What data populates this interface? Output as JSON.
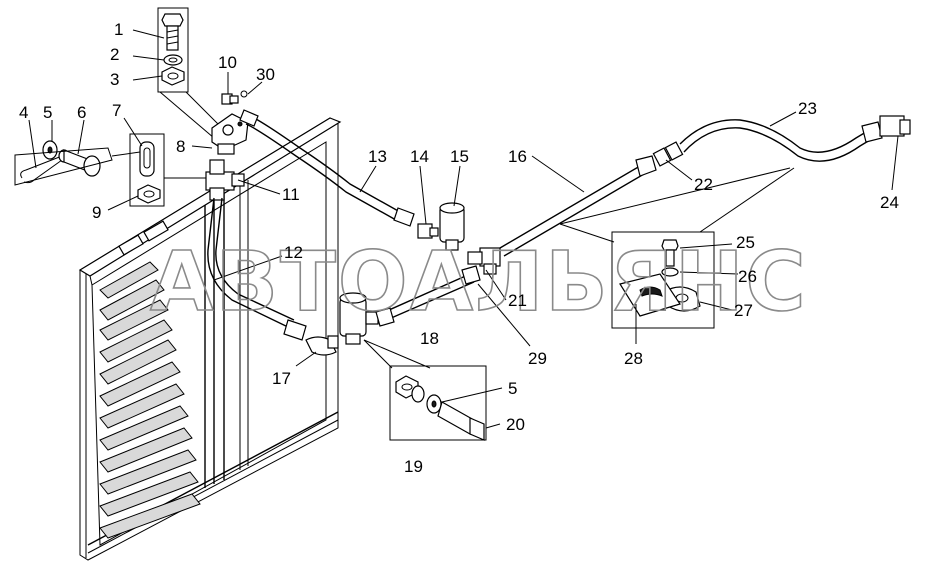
{
  "watermark": "АВТОАЛЬЯНС",
  "callouts": [
    {
      "id": "c1",
      "text": "1"
    },
    {
      "id": "c2",
      "text": "2"
    },
    {
      "id": "c3",
      "text": "3"
    },
    {
      "id": "c4",
      "text": "4"
    },
    {
      "id": "c5a",
      "text": "5"
    },
    {
      "id": "c6",
      "text": "6"
    },
    {
      "id": "c7",
      "text": "7"
    },
    {
      "id": "c8",
      "text": "8"
    },
    {
      "id": "c9",
      "text": "9"
    },
    {
      "id": "c10",
      "text": "10"
    },
    {
      "id": "c30",
      "text": "30"
    },
    {
      "id": "c11",
      "text": "11"
    },
    {
      "id": "c12",
      "text": "12"
    },
    {
      "id": "c13",
      "text": "13"
    },
    {
      "id": "c14",
      "text": "14"
    },
    {
      "id": "c15",
      "text": "15"
    },
    {
      "id": "c16",
      "text": "16"
    },
    {
      "id": "c17",
      "text": "17"
    },
    {
      "id": "c18",
      "text": "18"
    },
    {
      "id": "c5b",
      "text": "5"
    },
    {
      "id": "c19",
      "text": "19"
    },
    {
      "id": "c20",
      "text": "20"
    },
    {
      "id": "c21",
      "text": "21"
    },
    {
      "id": "c22",
      "text": "22"
    },
    {
      "id": "c23",
      "text": "23"
    },
    {
      "id": "c24",
      "text": "24"
    },
    {
      "id": "c25",
      "text": "25"
    },
    {
      "id": "c26",
      "text": "26"
    },
    {
      "id": "c27",
      "text": "27"
    },
    {
      "id": "c28",
      "text": "28"
    },
    {
      "id": "c29",
      "text": "29"
    }
  ]
}
